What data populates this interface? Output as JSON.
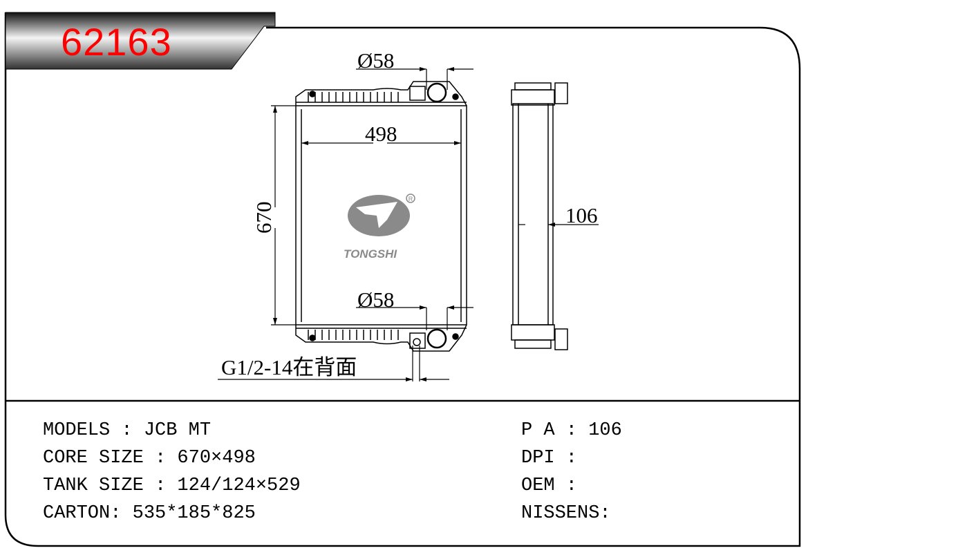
{
  "header": {
    "part_number": "62163"
  },
  "drawing": {
    "top_outlet_diameter": "Ø58",
    "bottom_outlet_diameter": "Ø58",
    "core_width": "498",
    "core_height": "670",
    "core_depth": "106",
    "drain_note": "G1/2-14在背面",
    "logo": {
      "brand": "TONGSHI",
      "registered_mark": "®"
    }
  },
  "specs": {
    "models": "MODELS : JCB MT",
    "core_size": "CORE SIZE : 670×498",
    "tank_size": "TANK SIZE : 124/124×529",
    "carton": "CARTON: 535*185*825",
    "pa": "P A : 106",
    "dpi": "DPI :",
    "oem": "OEM :",
    "nissens": "NISSENS:"
  },
  "colors": {
    "title": "#ff0000",
    "logo": "#8a8a8a"
  }
}
